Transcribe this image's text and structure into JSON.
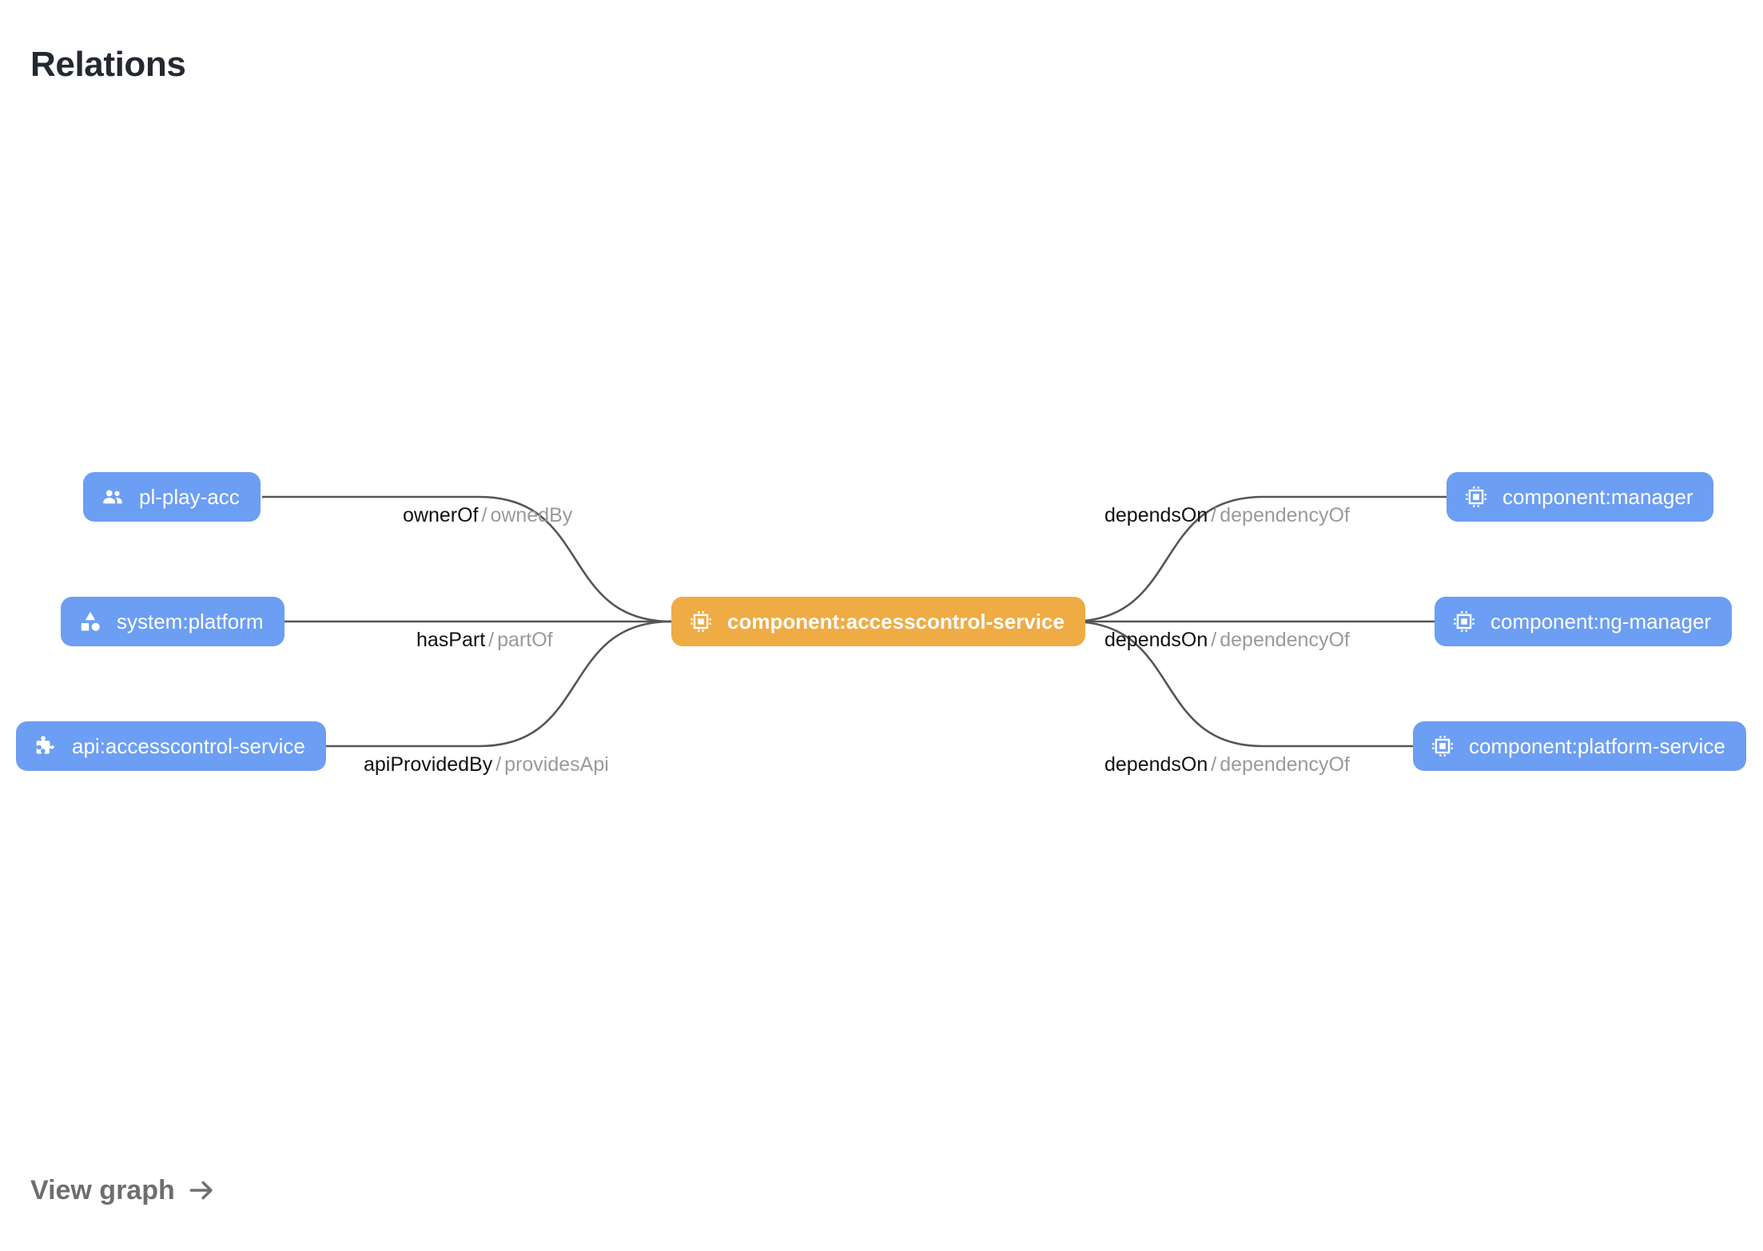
{
  "header": {
    "title": "Relations"
  },
  "footer": {
    "view_graph_label": "View graph",
    "arrow_icon": "arrow-right-icon"
  },
  "colors": {
    "node_default": "#6C9EF3",
    "node_focus": "#EFAB44",
    "edge_stroke": "#555555",
    "label_forward": "#111111",
    "label_reverse": "#9a9a9a",
    "title": "#24292f",
    "footer_link": "#6e6e6e",
    "background": "#ffffff"
  },
  "graph": {
    "nodes": [
      {
        "id": "pl-play-acc",
        "label": "pl-play-acc",
        "kind": "group",
        "icon": "group-people-icon",
        "focus": false,
        "column": "left",
        "row": 0
      },
      {
        "id": "system:platform",
        "label": "system:platform",
        "kind": "system",
        "icon": "category-shapes-icon",
        "focus": false,
        "column": "left",
        "row": 1
      },
      {
        "id": "api:accesscontrol-service",
        "label": "api:accesscontrol-service",
        "kind": "api",
        "icon": "puzzle-piece-icon",
        "focus": false,
        "column": "left",
        "row": 2
      },
      {
        "id": "component:accesscontrol-service",
        "label": "component:accesscontrol-service",
        "kind": "component",
        "icon": "memory-chip-icon",
        "focus": true,
        "column": "center",
        "row": 1
      },
      {
        "id": "component:manager",
        "label": "component:manager",
        "kind": "component",
        "icon": "memory-chip-icon",
        "focus": false,
        "column": "right",
        "row": 0
      },
      {
        "id": "component:ng-manager",
        "label": "component:ng-manager",
        "kind": "component",
        "icon": "memory-chip-icon",
        "focus": false,
        "column": "right",
        "row": 1
      },
      {
        "id": "component:platform-service",
        "label": "component:platform-service",
        "kind": "component",
        "icon": "memory-chip-icon",
        "focus": false,
        "column": "right",
        "row": 2
      }
    ],
    "edges": [
      {
        "source": "pl-play-acc",
        "target": "component:accesscontrol-service",
        "forward": "ownerOf",
        "separator": "/",
        "reverse": "ownedBy"
      },
      {
        "source": "system:platform",
        "target": "component:accesscontrol-service",
        "forward": "hasPart",
        "separator": "/",
        "reverse": "partOf"
      },
      {
        "source": "api:accesscontrol-service",
        "target": "component:accesscontrol-service",
        "forward": "apiProvidedBy",
        "separator": "/",
        "reverse": "providesApi"
      },
      {
        "source": "component:accesscontrol-service",
        "target": "component:manager",
        "forward": "dependsOn",
        "separator": "/",
        "reverse": "dependencyOf"
      },
      {
        "source": "component:accesscontrol-service",
        "target": "component:ng-manager",
        "forward": "dependsOn",
        "separator": "/",
        "reverse": "dependencyOf"
      },
      {
        "source": "component:accesscontrol-service",
        "target": "component:platform-service",
        "forward": "dependsOn",
        "separator": "/",
        "reverse": "dependencyOf"
      }
    ]
  }
}
